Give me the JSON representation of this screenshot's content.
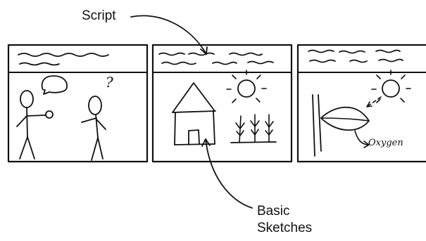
{
  "callouts": {
    "script_label": "Script",
    "sketches_label_line1": "Basic",
    "sketches_label_line2": "Sketches"
  },
  "panels": [
    {
      "id": "panel-1",
      "sketch": "two stick figures talking",
      "question_mark": "?"
    },
    {
      "id": "panel-2",
      "sketch": "house, sun and plants"
    },
    {
      "id": "panel-3",
      "sketch": "sun shining on a leaf",
      "leaf_output_label": "Oxygen"
    }
  ],
  "colors": {
    "ink": "#111111",
    "background": "#ffffff"
  }
}
